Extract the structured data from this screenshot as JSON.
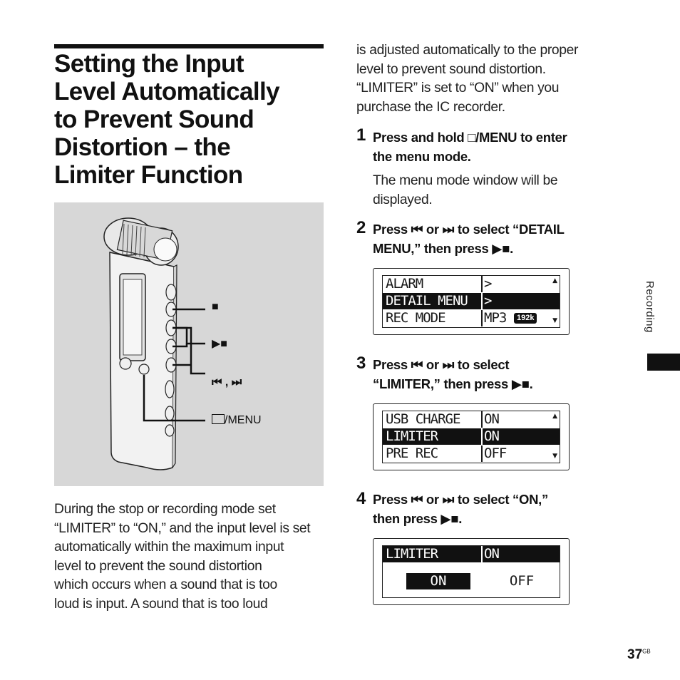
{
  "title_lines": [
    "Setting the Input",
    "Level Automatically",
    "to Prevent Sound",
    "Distortion – the",
    "Limiter Function"
  ],
  "callouts": {
    "stop": "■",
    "play_stop": "▶■",
    "skip": "⏮ , ⏭",
    "menu": "/MENU"
  },
  "body_left": [
    "During the stop or recording mode set",
    "“LIMITER” to “ON,” and the input level is set",
    "automatically within the maximum input",
    "level to prevent the sound distortion",
    "which occurs when a sound that is too",
    "loud is input. A sound that is too loud"
  ],
  "body_right": [
    "is adjusted automatically to the proper",
    "level to prevent sound distortion.",
    "“LIMITER” is set to “ON” when you",
    "purchase the IC recorder."
  ],
  "steps": [
    {
      "num": "1",
      "lines": [
        "Press and hold □/MENU to enter",
        "the menu mode."
      ],
      "desc": [
        "The menu mode window will be",
        "displayed."
      ]
    },
    {
      "num": "2",
      "lines": [
        "Press ⏮ or ⏭ to select “DETAIL",
        "MENU,” then press ▶■."
      ]
    },
    {
      "num": "3",
      "lines": [
        "Press ⏮ or ⏭ to select",
        "“LIMITER,” then press ▶■."
      ]
    },
    {
      "num": "4",
      "lines": [
        "Press ⏮ or ⏭ to select “ON,”",
        "then press ▶■."
      ]
    }
  ],
  "lcd1": {
    "rows": [
      {
        "c1": "ALARM",
        "c2": ">"
      },
      {
        "c1": "DETAIL MENU",
        "c2": ">"
      },
      {
        "c1": "REC MODE",
        "c2": "MP3",
        "badge": "192k"
      }
    ]
  },
  "lcd2": {
    "rows": [
      {
        "c1": "USB CHARGE",
        "c2": "ON"
      },
      {
        "c1": "LIMITER",
        "c2": "ON"
      },
      {
        "c1": "PRE REC",
        "c2": "OFF"
      }
    ]
  },
  "lcd3": {
    "header_c1": "LIMITER",
    "header_c2": "ON",
    "opt_on": "ON",
    "opt_off": "OFF"
  },
  "side_label": "Recording",
  "page_number": "37",
  "page_suffix": "GB"
}
